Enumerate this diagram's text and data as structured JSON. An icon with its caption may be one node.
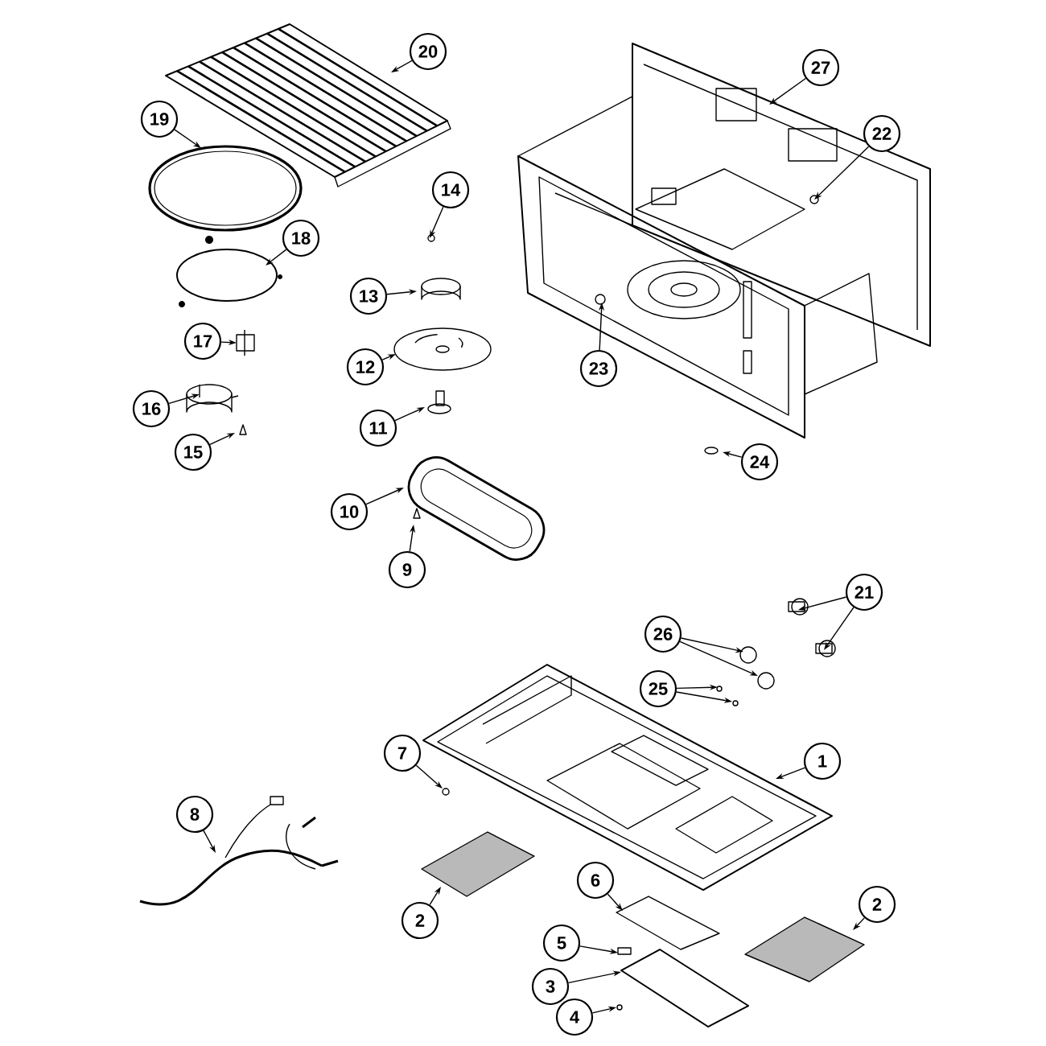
{
  "diagram": {
    "nodes": [
      {
        "text": [
          "20"
        ]
      },
      {
        "text": [
          "27"
        ]
      },
      {
        "text": [
          "19"
        ]
      },
      {
        "text": [
          "22"
        ]
      },
      {
        "text": [
          "14"
        ]
      },
      {
        "text": [
          "18"
        ]
      },
      {
        "text": [
          "13"
        ]
      },
      {
        "text": [
          "17"
        ]
      },
      {
        "text": [
          "12"
        ]
      },
      {
        "text": [
          "23"
        ]
      },
      {
        "text": [
          "16"
        ]
      },
      {
        "text": [
          "11"
        ]
      },
      {
        "text": [
          "15"
        ]
      },
      {
        "text": [
          "24"
        ]
      },
      {
        "text": [
          "10"
        ]
      },
      {
        "text": [
          "9"
        ]
      },
      {
        "text": [
          "21"
        ]
      },
      {
        "text": [
          "26"
        ]
      },
      {
        "text": [
          "25"
        ]
      },
      {
        "text": [
          "7"
        ]
      },
      {
        "text": [
          "1"
        ]
      },
      {
        "text": [
          "8"
        ]
      },
      {
        "text": [
          "6"
        ]
      },
      {
        "text": [
          "2"
        ]
      },
      {
        "text": [
          "2"
        ]
      },
      {
        "text": [
          "5"
        ]
      },
      {
        "text": [
          "3"
        ]
      },
      {
        "text": [
          "4"
        ]
      }
    ],
    "edges": [
      {
        "from": 0,
        "to": null,
        "arrow": "to"
      },
      {
        "from": 1,
        "to": null,
        "arrow": "to"
      },
      {
        "from": 2,
        "to": null,
        "arrow": "to"
      },
      {
        "from": 3,
        "to": null,
        "arrow": "to"
      },
      {
        "from": 4,
        "to": null,
        "arrow": "to"
      },
      {
        "from": 5,
        "to": null,
        "arrow": "to"
      },
      {
        "from": 6,
        "to": null,
        "arrow": "to"
      },
      {
        "from": 7,
        "to": null,
        "arrow": "to"
      },
      {
        "from": 8,
        "to": null,
        "arrow": "to"
      },
      {
        "from": 9,
        "to": null,
        "arrow": "to"
      },
      {
        "from": 10,
        "to": null,
        "arrow": "to"
      },
      {
        "from": 11,
        "to": null,
        "arrow": "to"
      },
      {
        "from": 12,
        "to": null,
        "arrow": "to"
      },
      {
        "from": 13,
        "to": null,
        "arrow": "to"
      },
      {
        "from": 14,
        "to": null,
        "arrow": "to"
      },
      {
        "from": 15,
        "to": null,
        "arrow": "to"
      },
      {
        "from": 16,
        "to": null,
        "arrow": "to"
      },
      {
        "from": 16,
        "to": null,
        "arrow": "to"
      },
      {
        "from": 17,
        "to": null,
        "arrow": "to"
      },
      {
        "from": 17,
        "to": null,
        "arrow": "to"
      },
      {
        "from": 18,
        "to": null,
        "arrow": "to"
      },
      {
        "from": 18,
        "to": null,
        "arrow": "to"
      },
      {
        "from": 19,
        "to": null,
        "arrow": "to"
      },
      {
        "from": 20,
        "to": null,
        "arrow": "to"
      },
      {
        "from": 21,
        "to": null,
        "arrow": "to"
      },
      {
        "from": 22,
        "to": null,
        "arrow": "to"
      },
      {
        "from": 23,
        "to": null,
        "arrow": "to"
      },
      {
        "from": 24,
        "to": null,
        "arrow": "to"
      },
      {
        "from": 25,
        "to": null,
        "arrow": "to"
      },
      {
        "from": 26,
        "to": null,
        "arrow": "to"
      },
      {
        "from": 27,
        "to": null,
        "arrow": "to"
      }
    ]
  }
}
